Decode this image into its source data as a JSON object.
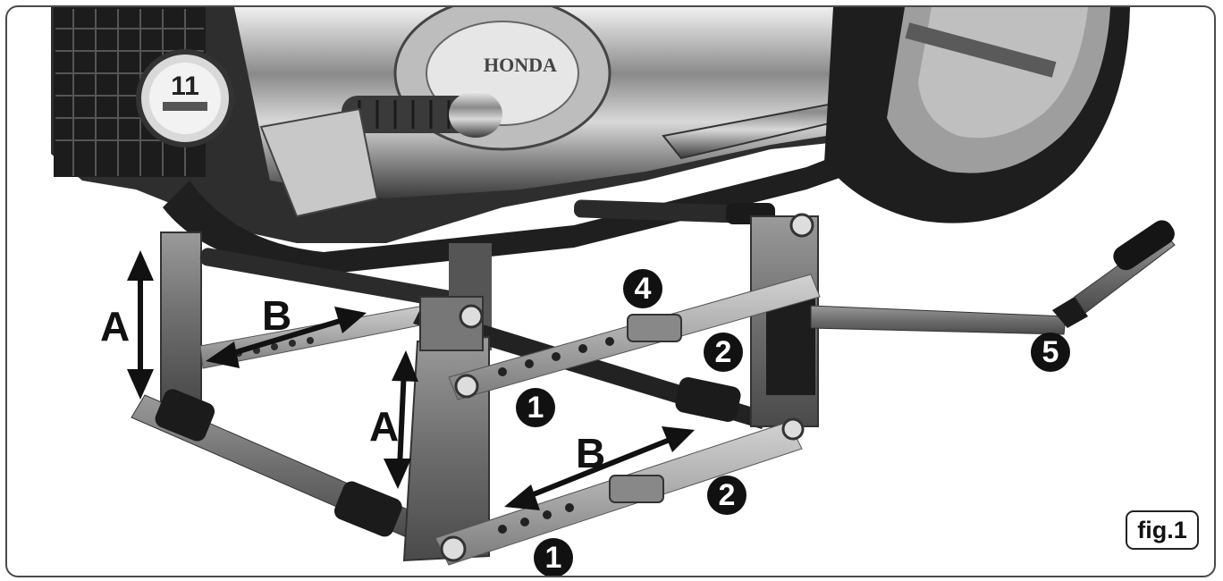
{
  "figure": {
    "label": "fig.1",
    "callouts": {
      "a_left": "A",
      "a_front": "A",
      "b_rear": "B",
      "b_front": "B",
      "num_1_upper": "1",
      "num_1_lower": "1",
      "num_2_upper": "2",
      "num_2_lower": "2",
      "num_4": "4",
      "num_5": "5"
    },
    "photo": {
      "brand_text": "HONDA",
      "gauge_text": "11"
    }
  }
}
